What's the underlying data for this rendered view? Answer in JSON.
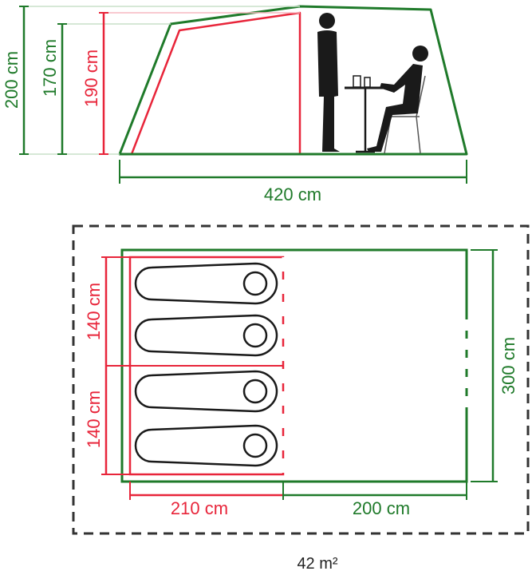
{
  "colors": {
    "green": "#1f7a2a",
    "red": "#e8253a",
    "dark": "#222222",
    "light_red_fill": "#fde3e6"
  },
  "side_view": {
    "height_outer": "200 cm",
    "height_middle": "170 cm",
    "height_inner": "190 cm",
    "length": "420 cm",
    "figures": [
      "standing-person-icon",
      "seated-person-icon",
      "table-icon",
      "chair-icon"
    ]
  },
  "floor_plan": {
    "bedroom_width_top": "140 cm",
    "bedroom_width_bottom": "140 cm",
    "bedroom_depth": "210 cm",
    "living_depth": "200 cm",
    "total_width": "300 cm",
    "footprint": "42 m²",
    "sleeping_bags": 4
  }
}
